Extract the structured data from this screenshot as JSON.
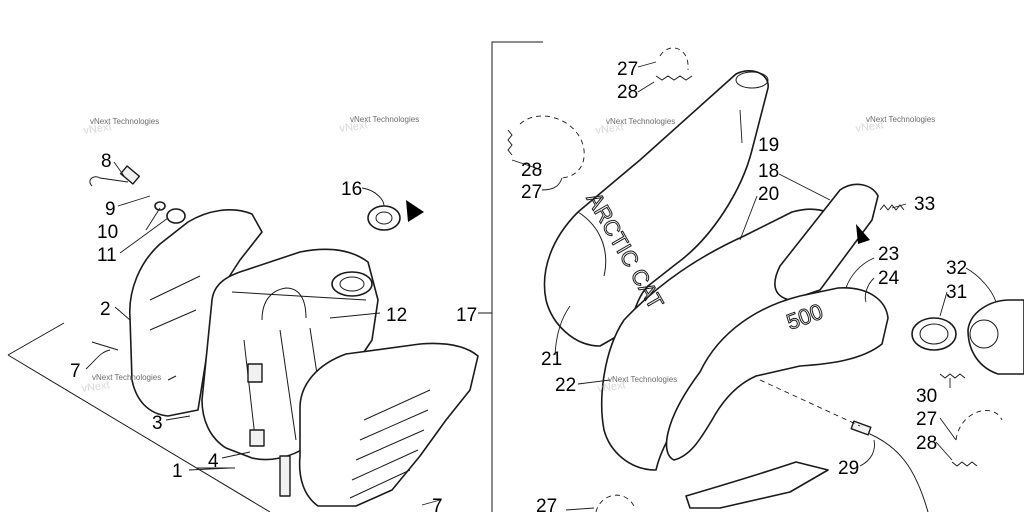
{
  "callouts": [
    "1",
    "2",
    "3",
    "4",
    "7",
    "7",
    "8",
    "9",
    "10",
    "11",
    "12",
    "16",
    "17",
    "18",
    "19",
    "20",
    "21",
    "22",
    "23",
    "24",
    "27",
    "27",
    "27",
    "27",
    "28",
    "28",
    "28",
    "29",
    "30",
    "31",
    "32",
    "33"
  ],
  "watermarks": [
    "vNext Technologies",
    "vNext Technologies",
    "vNext Technologies",
    "vNext Technologies",
    "vNext Technologies",
    "vNext Technologies"
  ],
  "brand_text": [
    "ARCTIC CAT",
    "500"
  ]
}
